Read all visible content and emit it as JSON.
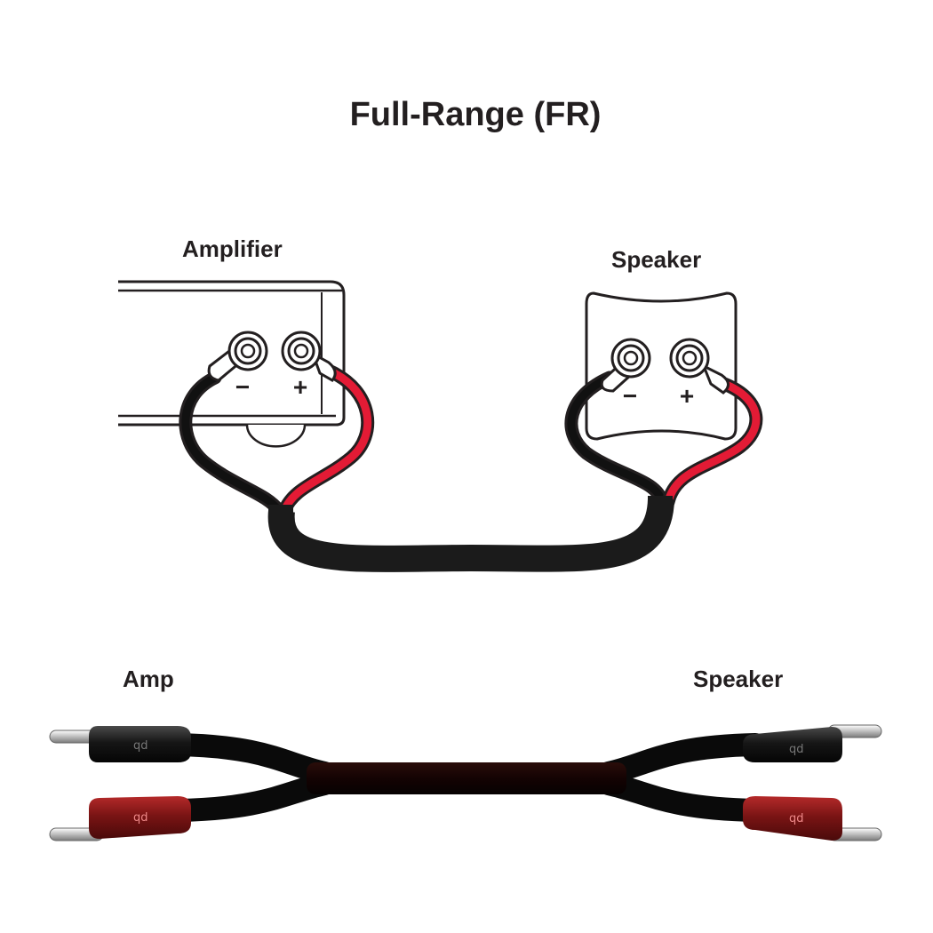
{
  "title": "Full-Range (FR)",
  "wiring": {
    "amplifier_label": "Amplifier",
    "speaker_label": "Speaker",
    "negative_symbol": "−",
    "positive_symbol": "+"
  },
  "cable": {
    "amp_label": "Amp",
    "speaker_label": "Speaker"
  },
  "colors": {
    "positive_wire": "#e31b35",
    "negative_wire": "#111111",
    "outline": "#231f20",
    "red_plug": "#8b1a1a",
    "black_plug": "#1c1c1c"
  }
}
